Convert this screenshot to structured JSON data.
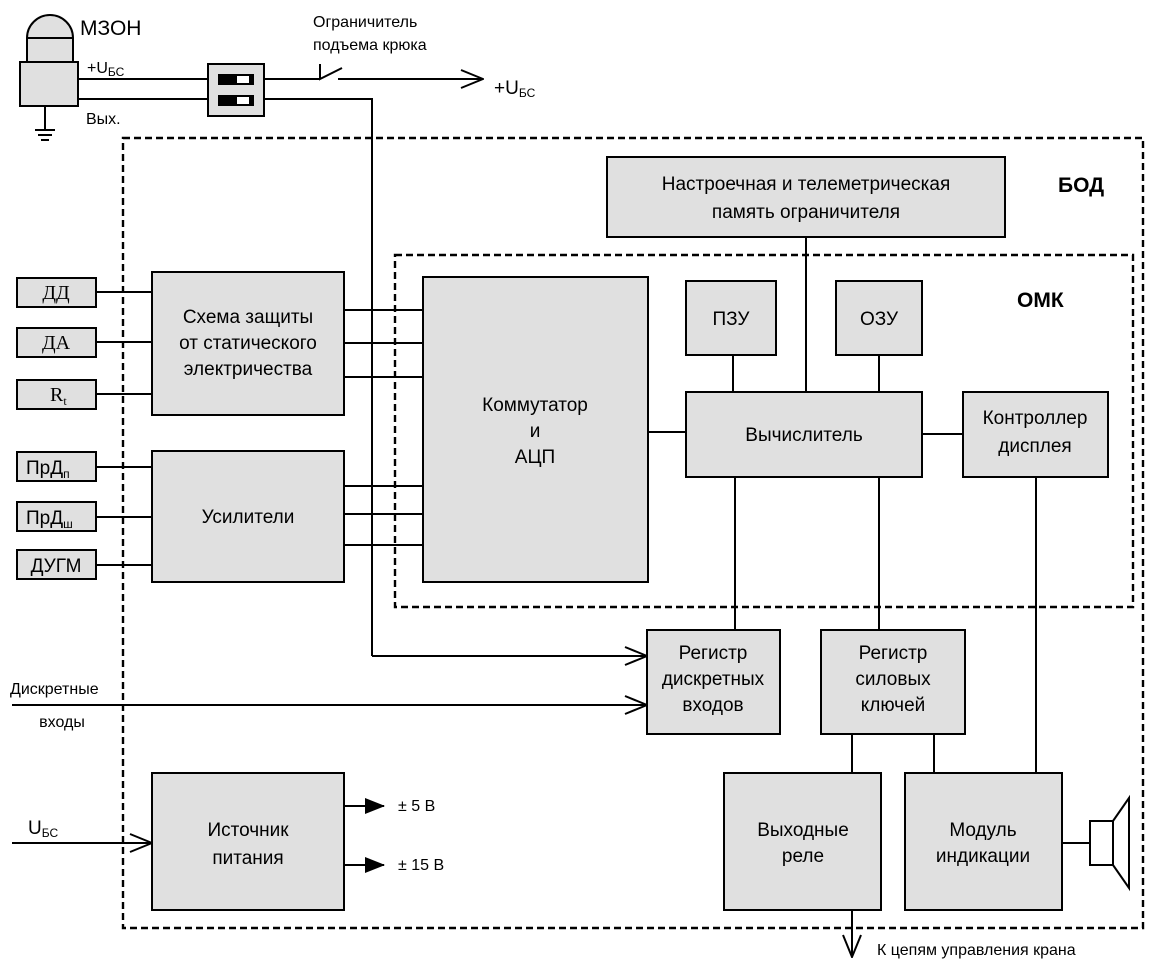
{
  "labels": {
    "bod": "БОД",
    "omk": "ОМК",
    "mzon": "МЗОН",
    "limiter_title_line1": "Ограничитель",
    "limiter_title_line2": "подъема крюка",
    "mzon_supply": "+U",
    "mzon_supply_sub": "БС",
    "mzon_output": "Вых.",
    "supply_out": "+U",
    "supply_out_sub": "БС",
    "discrete_inputs_line1": "Дискретные",
    "discrete_inputs_line2": "входы",
    "supply_in": "U",
    "supply_in_sub": "БС",
    "v5": "± 5 В",
    "v15": "± 15 В",
    "crane_control": "К цепям управления крана"
  },
  "sensors": {
    "dd": "ДД",
    "da": "ДА",
    "rt": "R",
    "rt_sub": "t",
    "prd_p": "ПрД",
    "prd_p_sub": "п",
    "prd_sh": "ПрД",
    "prd_sh_sub": "ш",
    "dugm": "ДУГМ"
  },
  "blocks": {
    "memory_line1": "Настроечная и телеметрическая",
    "memory_line2": "память ограничителя",
    "protection_line1": "Схема защиты",
    "protection_line2": "от статического",
    "protection_line3": "электричества",
    "amplifiers": "Усилители",
    "commutator_line1": "Коммутатор",
    "commutator_line2": "и",
    "commutator_line3": "АЦП",
    "rom": "ПЗУ",
    "ram": "ОЗУ",
    "calculator": "Вычислитель",
    "display_ctrl_line1": "Контроллер",
    "display_ctrl_line2": "дисплея",
    "disc_reg_line1": "Регистр",
    "disc_reg_line2": "дискретных",
    "disc_reg_line3": "входов",
    "power_reg_line1": "Регистр",
    "power_reg_line2": "силовых",
    "power_reg_line3": "ключей",
    "psu_line1": "Источник",
    "psu_line2": "питания",
    "relays_line1": "Выходные",
    "relays_line2": "реле",
    "indication_line1": "Модуль",
    "indication_line2": "индикации"
  },
  "colors": {
    "block_fill": "#e0e0e0",
    "stroke": "#000000"
  }
}
